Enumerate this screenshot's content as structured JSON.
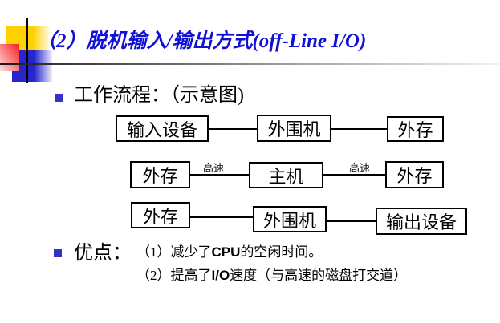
{
  "title": {
    "text": "（2）脱机输入/输出方式(off-Line I/O)"
  },
  "workflow": {
    "label": "工作流程：（示意图)"
  },
  "diagram": {
    "speed_label": "高速",
    "boxes": [
      {
        "label": "输入设备"
      },
      {
        "label": "外围机"
      },
      {
        "label": "外存"
      },
      {
        "label": "外存"
      },
      {
        "label": "主机"
      },
      {
        "label": "外存"
      },
      {
        "label": "外存"
      },
      {
        "label": "外围机"
      },
      {
        "label": "输出设备"
      }
    ]
  },
  "advantages": {
    "label": "优点：",
    "items": [
      {
        "pre": "（1）减少了",
        "em": "CPU",
        "post": "的空闲时间。"
      },
      {
        "pre": "（2）提高了",
        "em": "I/O",
        "post": "速度（与高速的磁盘打交道）"
      }
    ]
  },
  "colors": {
    "title_blue": "#1010d6",
    "bullet_blue": "#3333cc",
    "deco_yellow": "#ffd100",
    "deco_red": "#f71d1d",
    "deco_blue": "#2626cc"
  }
}
